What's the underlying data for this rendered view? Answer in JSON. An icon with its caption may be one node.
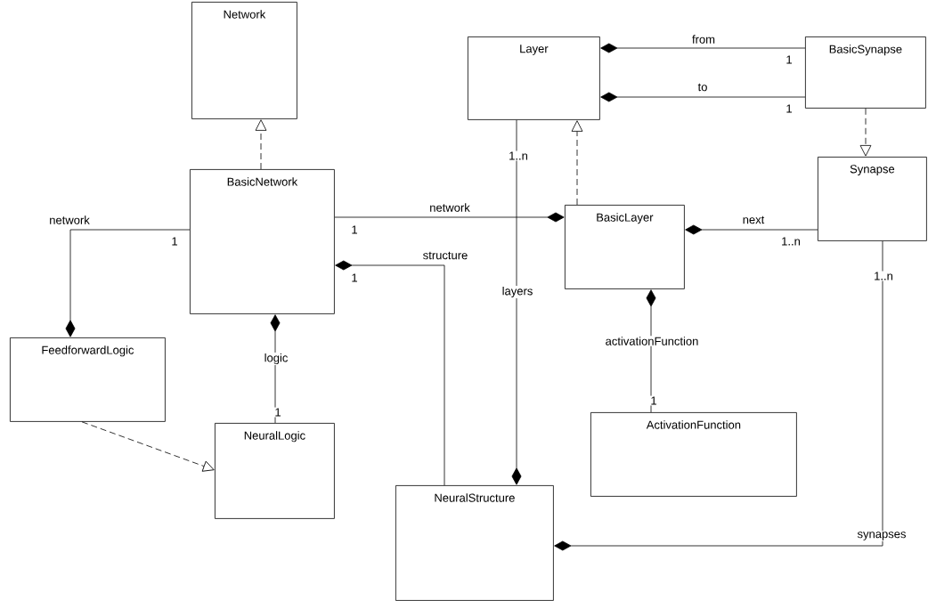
{
  "diagram": {
    "nodes": [
      {
        "text": [
          "Network"
        ]
      },
      {
        "text": [
          "Layer"
        ]
      },
      {
        "text": [
          "BasicSynapse"
        ]
      },
      {
        "text": [
          "BasicNetwork"
        ]
      },
      {
        "text": [
          "BasicLayer"
        ]
      },
      {
        "text": [
          "Synapse"
        ]
      },
      {
        "text": [
          "FeedforwardLogic"
        ]
      },
      {
        "text": [
          "NeuralLogic"
        ]
      },
      {
        "text": [
          "ActivationFunction"
        ]
      },
      {
        "text": [
          "NeuralStructure"
        ]
      }
    ],
    "edges": [
      {
        "from": 3,
        "to": 0,
        "arrow": "to",
        "style": "dashed"
      },
      {
        "from": 4,
        "to": 1,
        "arrow": "to",
        "style": "dashed"
      },
      {
        "from": 2,
        "to": 5,
        "arrow": "to",
        "style": "dashed"
      },
      {
        "from": 6,
        "to": 7,
        "arrow": "to",
        "style": "dashed"
      },
      {
        "from": 2,
        "to": 1,
        "arrow": "other",
        "label": "from"
      },
      {
        "from": 2,
        "to": 1,
        "arrow": "other",
        "label": "to"
      },
      {
        "from": 3,
        "to": 4,
        "arrow": "other",
        "label": "network"
      },
      {
        "from": 5,
        "to": 4,
        "arrow": "other",
        "label": "next"
      },
      {
        "from": 3,
        "to": 6,
        "arrow": "other",
        "label": "network"
      },
      {
        "from": 7,
        "to": 3,
        "arrow": "other",
        "label": "logic"
      },
      {
        "from": 9,
        "to": 3,
        "arrow": "other",
        "label": "structure"
      },
      {
        "from": 8,
        "to": 4,
        "arrow": "other",
        "label": "activationFunction"
      },
      {
        "from": 1,
        "to": 9,
        "arrow": "other",
        "label": "layers"
      },
      {
        "from": 5,
        "to": 9,
        "arrow": "other",
        "label": "synapses"
      }
    ],
    "labels": [
      "1",
      "1",
      "1..n",
      "1",
      "1",
      "1..n",
      "1..n",
      "1",
      "1",
      "1"
    ]
  }
}
